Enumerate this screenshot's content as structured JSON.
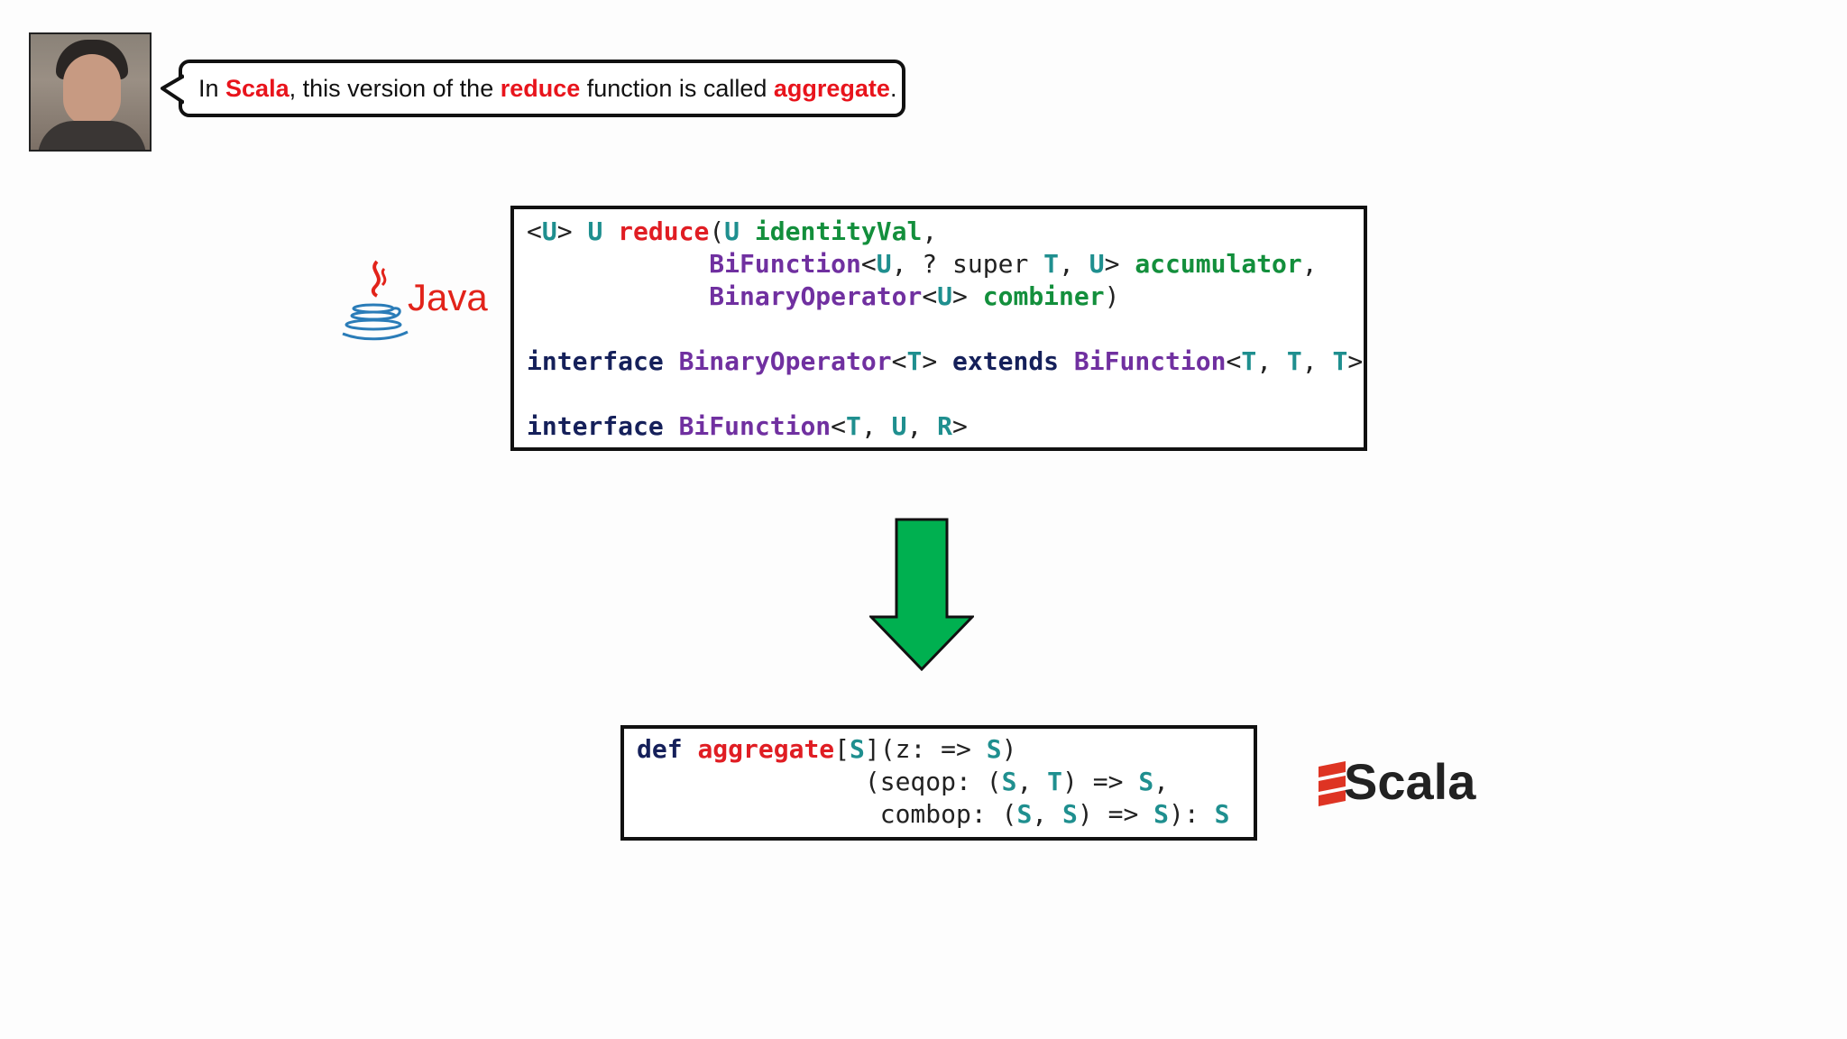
{
  "slide": {
    "bubble": {
      "parts": [
        {
          "text": "In ",
          "highlight": false
        },
        {
          "text": "Scala",
          "highlight": true
        },
        {
          "text": ", this version of the ",
          "highlight": false
        },
        {
          "text": "reduce",
          "highlight": true
        },
        {
          "text": " function is called ",
          "highlight": false
        },
        {
          "text": "aggregate",
          "highlight": true
        },
        {
          "text": ".",
          "highlight": false
        }
      ]
    },
    "java_logo_text": "Java",
    "scala_logo_text": "Scala",
    "java_code": [
      [
        [
          "<",
          "p"
        ],
        [
          "U",
          "tp"
        ],
        [
          "> ",
          "p"
        ],
        [
          "U ",
          "tp"
        ],
        [
          "reduce",
          "fn"
        ],
        [
          "(",
          "p"
        ],
        [
          "U ",
          "tp"
        ],
        [
          "identityVal",
          "id"
        ],
        [
          ",",
          "p"
        ]
      ],
      [
        [
          "            ",
          "p"
        ],
        [
          "BiFunction",
          "ty"
        ],
        [
          "<",
          "p"
        ],
        [
          "U",
          "tp"
        ],
        [
          ", ? super ",
          "p"
        ],
        [
          "T",
          "tp"
        ],
        [
          ", ",
          "p"
        ],
        [
          "U",
          "tp"
        ],
        [
          "> ",
          "p"
        ],
        [
          "accumulator",
          "id"
        ],
        [
          ",",
          "p"
        ]
      ],
      [
        [
          "            ",
          "p"
        ],
        [
          "BinaryOperator",
          "ty"
        ],
        [
          "<",
          "p"
        ],
        [
          "U",
          "tp"
        ],
        [
          "> ",
          "p"
        ],
        [
          "combiner",
          "id"
        ],
        [
          ")",
          "p"
        ]
      ],
      [],
      [
        [
          "interface ",
          "kw"
        ],
        [
          "BinaryOperator",
          "ty"
        ],
        [
          "<",
          "p"
        ],
        [
          "T",
          "tp"
        ],
        [
          "> ",
          "p"
        ],
        [
          "extends ",
          "kw"
        ],
        [
          "BiFunction",
          "ty"
        ],
        [
          "<",
          "p"
        ],
        [
          "T",
          "tp"
        ],
        [
          ", ",
          "p"
        ],
        [
          "T",
          "tp"
        ],
        [
          ", ",
          "p"
        ],
        [
          "T",
          "tp"
        ],
        [
          ">",
          "p"
        ]
      ],
      [],
      [
        [
          "interface ",
          "kw"
        ],
        [
          "BiFunction",
          "ty"
        ],
        [
          "<",
          "p"
        ],
        [
          "T",
          "tp"
        ],
        [
          ", ",
          "p"
        ],
        [
          "U",
          "tp"
        ],
        [
          ", ",
          "p"
        ],
        [
          "R",
          "tp"
        ],
        [
          ">",
          "p"
        ]
      ]
    ],
    "scala_code": [
      [
        [
          "def ",
          "kw"
        ],
        [
          "aggregate",
          "fn"
        ],
        [
          "[",
          "p"
        ],
        [
          "S",
          "tp"
        ],
        [
          "](z: => ",
          "p"
        ],
        [
          "S",
          "tp"
        ],
        [
          ")",
          "p"
        ]
      ],
      [
        [
          "               (seqop: (",
          "p"
        ],
        [
          "S",
          "tp"
        ],
        [
          ", ",
          "p"
        ],
        [
          "T",
          "tp"
        ],
        [
          ") => ",
          "p"
        ],
        [
          "S",
          "tp"
        ],
        [
          ",",
          "p"
        ]
      ],
      [
        [
          "                combop: (",
          "p"
        ],
        [
          "S",
          "tp"
        ],
        [
          ", ",
          "p"
        ],
        [
          "S",
          "tp"
        ],
        [
          ") => ",
          "p"
        ],
        [
          "S",
          "tp"
        ],
        [
          "): ",
          "p"
        ],
        [
          "S",
          "tp"
        ]
      ]
    ],
    "colors": {
      "highlight": "#e8141c",
      "arrow": "#00b050",
      "keyword": "#15205a",
      "type": "#7030a0",
      "type_param": "#1f8f8f",
      "identifier": "#138f3c"
    }
  }
}
